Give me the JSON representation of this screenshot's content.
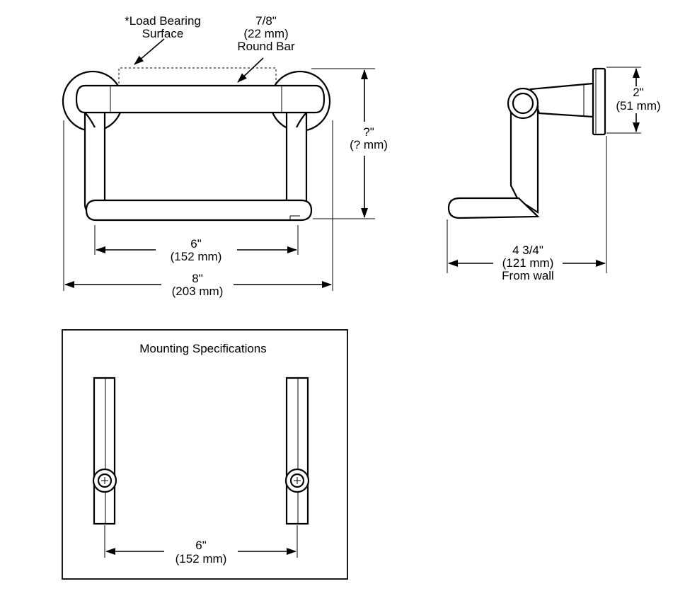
{
  "front_view": {
    "load_label_1": "*Load Bearing",
    "load_label_2": "Surface",
    "bar_dia_in": "7/8\"",
    "bar_dia_mm": "(22 mm)",
    "bar_label": "Round Bar",
    "height_in": "?\"",
    "height_mm": "(? mm)",
    "inner_in": "6\"",
    "inner_mm": "(152 mm)",
    "overall_in": "8\"",
    "overall_mm": "(203 mm)"
  },
  "side_view": {
    "flange_in": "2\"",
    "flange_mm": "(51 mm)",
    "proj_in": "4 3/4\"",
    "proj_mm": "(121 mm)",
    "proj_note": "From wall"
  },
  "mounting": {
    "title": "Mounting Specifications",
    "spacing_in": "6\"",
    "spacing_mm": "(152 mm)"
  }
}
